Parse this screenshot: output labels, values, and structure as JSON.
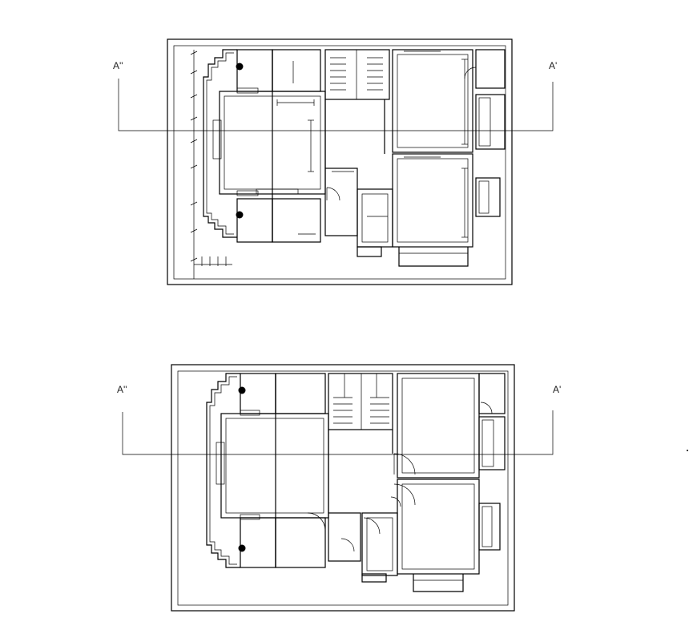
{
  "section_marks": {
    "top": {
      "left": "A''",
      "right": "A'"
    },
    "bottom": {
      "left": "A''",
      "right": "A'"
    }
  }
}
